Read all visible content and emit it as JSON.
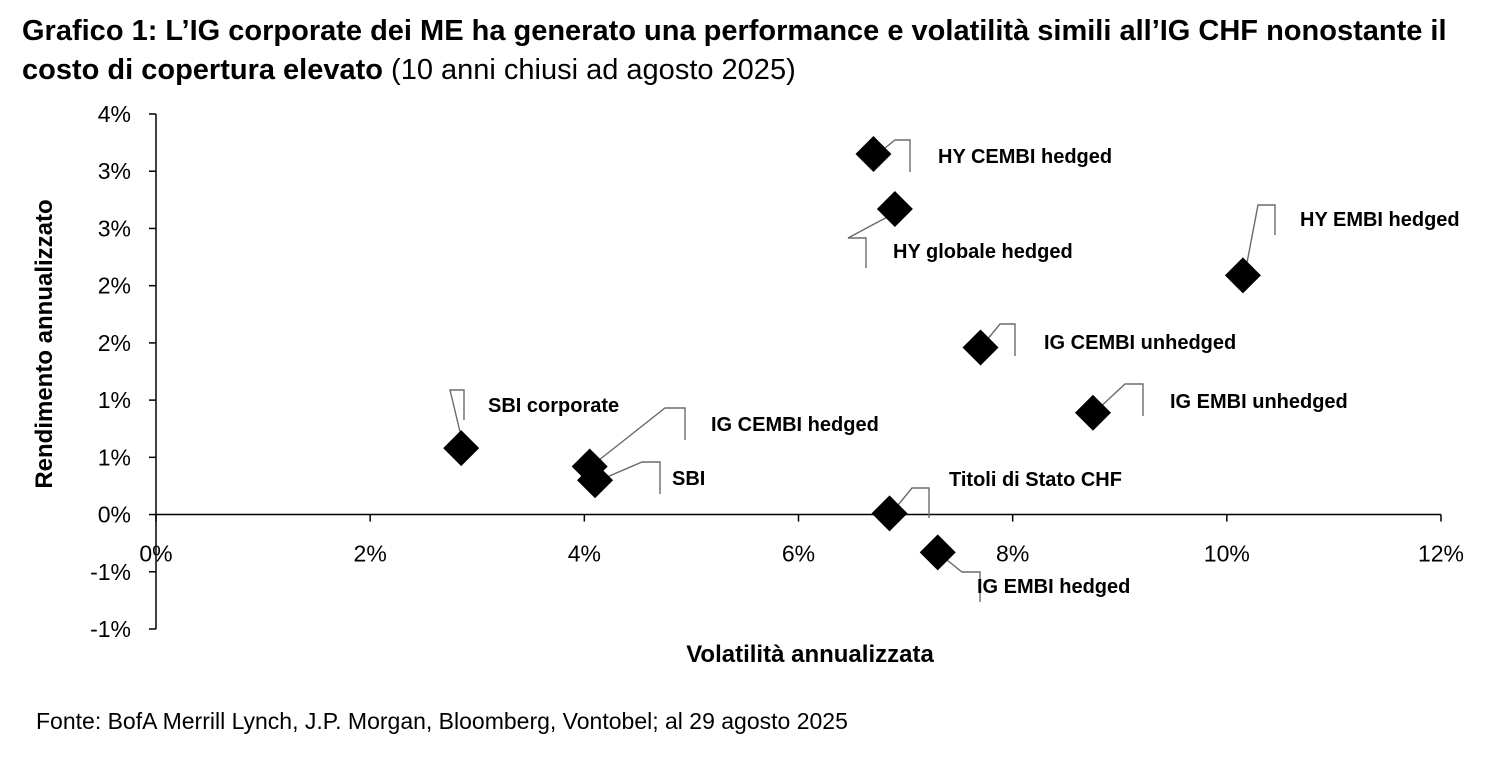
{
  "title_bold": "Grafico 1: L’IG corporate dei ME ha generato una performance e volatilità simili all’IG CHF nonostante il costo di copertura elevato",
  "title_normal": " (10 anni chiusi ad agosto 2025)",
  "source": "Fonte: BofA Merrill Lynch, J.P. Morgan, Bloomberg, Vontobel; al 29 agosto 2025",
  "chart_data": {
    "type": "scatter",
    "xlabel": "Volatilità annualizzata",
    "ylabel": "Rendimento annualizzato",
    "xlim": [
      0,
      12
    ],
    "ylim": [
      -1,
      3.5
    ],
    "x_ticks": [
      0,
      2,
      4,
      6,
      8,
      10,
      12
    ],
    "x_tick_labels": [
      "0%",
      "2%",
      "4%",
      "6%",
      "8%",
      "10%",
      "12%"
    ],
    "y_ticks": [
      3.5,
      3,
      2.5,
      2,
      1.5,
      1,
      0.5,
      0,
      -0.5,
      -1
    ],
    "y_tick_labels": [
      "4%",
      "3%",
      "3%",
      "2%",
      "2%",
      "1%",
      "1%",
      "0%",
      "-1%",
      "-1%"
    ],
    "marker": "diamond",
    "marker_color": "#000000",
    "points": [
      {
        "name": "HY CEMBI hedged",
        "x": 6.7,
        "y": 3.15
      },
      {
        "name": "HY globale hedged",
        "x": 6.9,
        "y": 2.67
      },
      {
        "name": "HY EMBI hedged",
        "x": 10.15,
        "y": 2.09
      },
      {
        "name": "IG CEMBI unhedged",
        "x": 7.7,
        "y": 1.46
      },
      {
        "name": "IG EMBI unhedged",
        "x": 8.75,
        "y": 0.89
      },
      {
        "name": "SBI corporate",
        "x": 2.85,
        "y": 0.58
      },
      {
        "name": "IG CEMBI hedged",
        "x": 4.05,
        "y": 0.42
      },
      {
        "name": "SBI",
        "x": 4.1,
        "y": 0.3
      },
      {
        "name": "Titoli di Stato CHF",
        "x": 6.85,
        "y": 0.01
      },
      {
        "name": "IG EMBI hedged",
        "x": 7.3,
        "y": -0.33
      }
    ]
  }
}
